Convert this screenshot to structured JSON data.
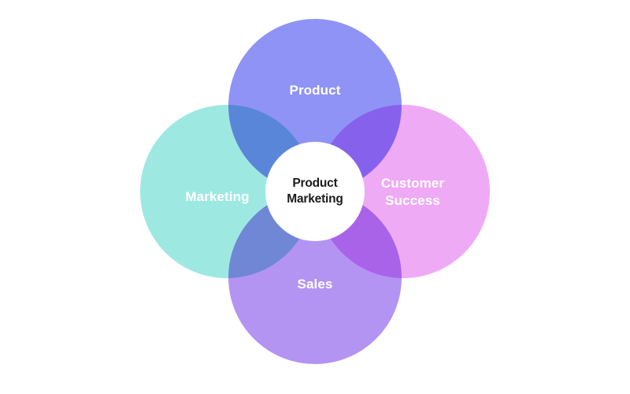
{
  "diagram": {
    "title": "Product Marketing",
    "background_color": "#ffffff",
    "center": {
      "label": "Product\nMarketing",
      "text_color": "#1b1b1b",
      "fill_color": "#ffffff"
    },
    "petals": [
      {
        "id": "product",
        "label": "Product",
        "color": "#8f93f5",
        "text_color": "#ffffff",
        "position": "top"
      },
      {
        "id": "marketing",
        "label": "Marketing",
        "color": "#9ee8e2",
        "text_color": "#ffffff",
        "position": "left"
      },
      {
        "id": "customer-success",
        "label": "Customer\nSuccess",
        "color": "#efaaf6",
        "text_color": "#ffffff",
        "position": "right"
      },
      {
        "id": "sales",
        "label": "Sales",
        "color": "#b494f2",
        "text_color": "#ffffff",
        "position": "bottom"
      }
    ],
    "overlap_colors": {
      "product_marketing": "#6fb3d8",
      "product_customer_success": "#b07ae8",
      "marketing_sales": "#7fb4df",
      "sales_customer_success": "#c884ee"
    }
  }
}
